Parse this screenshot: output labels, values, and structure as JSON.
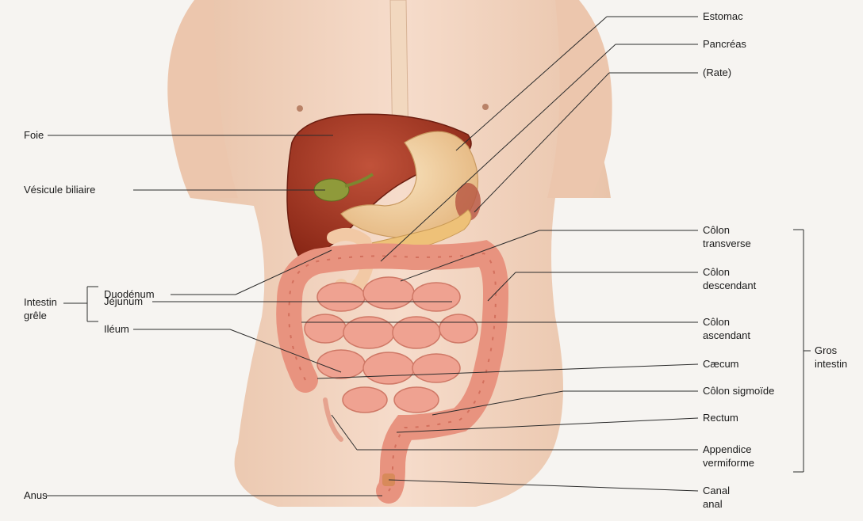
{
  "labels": {
    "estomac": "Estomac",
    "pancreas": "Pancréas",
    "rate": "(Rate)",
    "foie": "Foie",
    "vesicule": "Vésicule biliaire",
    "intestin_grele_1": "Intestin",
    "intestin_grele_2": "grêle",
    "duodenum": "Duodénum",
    "jejunum": "Jéjunum",
    "ileum": "Iléum",
    "colon_transverse_1": "Côlon",
    "colon_transverse_2": "transverse",
    "colon_descendant_1": "Côlon",
    "colon_descendant_2": "descendant",
    "colon_ascendant_1": "Côlon",
    "colon_ascendant_2": "ascendant",
    "caecum": "Cæcum",
    "colon_sigmoide": "Côlon sigmoïde",
    "rectum": "Rectum",
    "appendice_1": "Appendice",
    "appendice_2": "vermiforme",
    "canal_anal_1": "Canal",
    "canal_anal_2": "anal",
    "gros_intestin_1": "Gros",
    "gros_intestin_2": "intestin",
    "anus": "Anus"
  },
  "colors": {
    "skin": "#efcfb8",
    "liver": "#9e2f1e",
    "gallbladder": "#8f9a3a",
    "stomach": "#f1cf9d",
    "intestine": "#e99684",
    "line": "#2b2b2b"
  }
}
